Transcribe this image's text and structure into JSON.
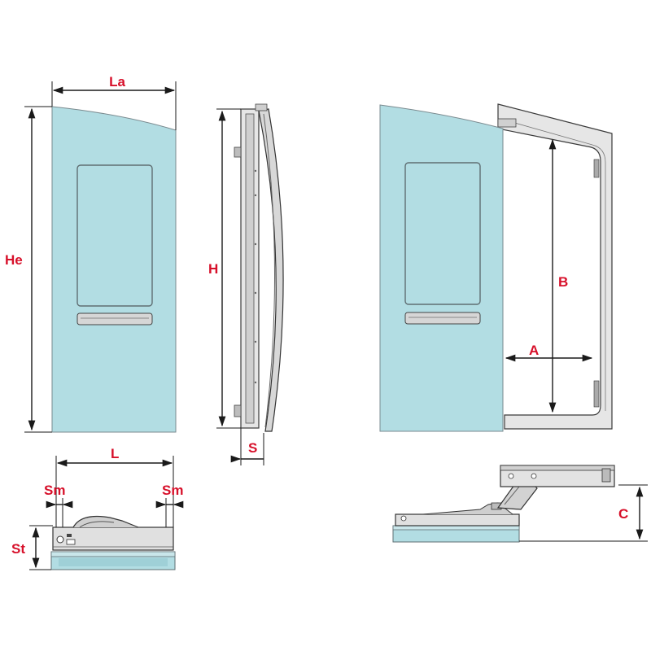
{
  "colors": {
    "label": "#d7102a",
    "glass": "#b2dde3",
    "frame": "#e6e6e6",
    "line": "#1a1a1a"
  },
  "labels": {
    "la": "La",
    "he": "He",
    "h": "H",
    "s": "S",
    "l": "L",
    "sm_left": "Sm",
    "sm_right": "Sm",
    "st": "St",
    "a": "A",
    "b": "B",
    "c": "C"
  }
}
